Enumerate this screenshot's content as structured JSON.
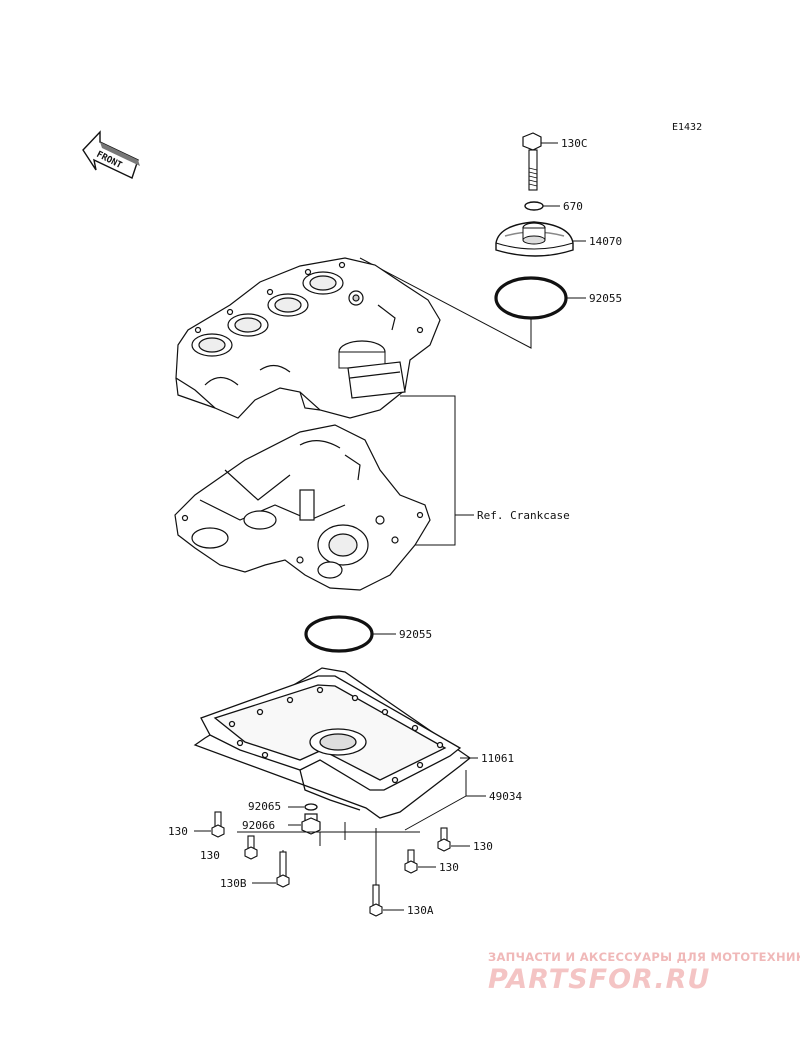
{
  "diagram": {
    "code": "E1432",
    "front_label": "FRONT",
    "ref_label": "Ref. Crankcase",
    "callouts": [
      {
        "id": "bolt-top",
        "part": "130C"
      },
      {
        "id": "o-ring-small",
        "part": "670"
      },
      {
        "id": "cover",
        "part": "14070"
      },
      {
        "id": "o-ring-upper",
        "part": "92055"
      },
      {
        "id": "o-ring-lower",
        "part": "92055"
      },
      {
        "id": "oil-pan",
        "part": "11061"
      },
      {
        "id": "gasket",
        "part": "49034"
      },
      {
        "id": "washer",
        "part": "92065"
      },
      {
        "id": "drain-plug",
        "part": "92066"
      },
      {
        "id": "bolt-left-a",
        "part": "130"
      },
      {
        "id": "bolt-left-b",
        "part": "130"
      },
      {
        "id": "bolt-right-a",
        "part": "130"
      },
      {
        "id": "bolt-right-b",
        "part": "130"
      },
      {
        "id": "bolt-long",
        "part": "130B"
      },
      {
        "id": "bolt-center",
        "part": "130A"
      }
    ]
  },
  "watermark": {
    "tagline": "ЗАПЧАСТИ И АКСЕССУАРЫ ДЛЯ МОТОТЕХНИКИ",
    "logo": "PARTSFOR.RU",
    "color": "#f0b8b8"
  }
}
